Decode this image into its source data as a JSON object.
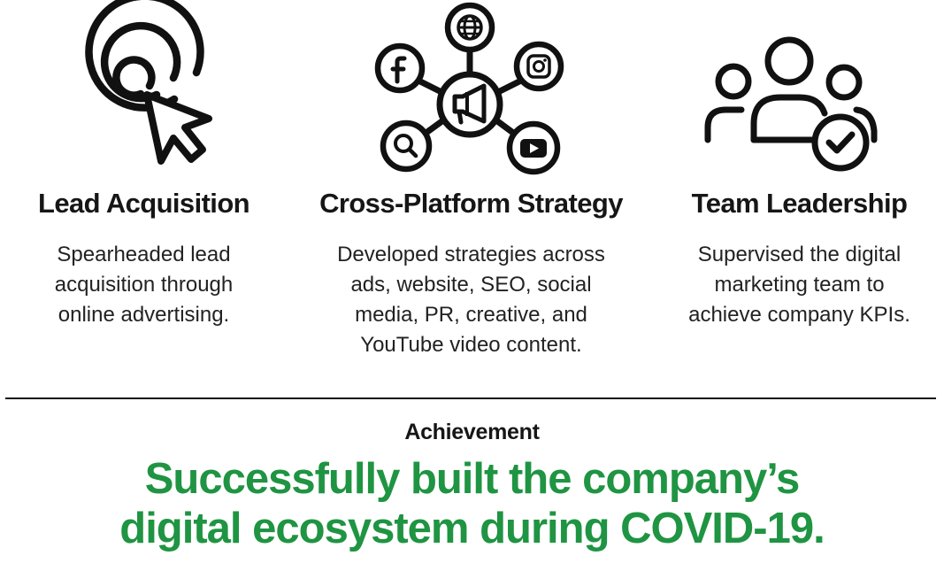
{
  "features": [
    {
      "icon": "target-cursor-icon",
      "title": "Lead Acquisition",
      "description": [
        "Spearheaded lead",
        "acquisition through",
        "online advertising."
      ]
    },
    {
      "icon": "megaphone-network-icon",
      "network_icons": [
        "globe-icon",
        "facebook-icon",
        "instagram-icon",
        "search-icon",
        "youtube-icon"
      ],
      "title": "Cross-Platform Strategy",
      "description": [
        "Developed strategies across",
        "ads, website, SEO, social",
        "media, PR, creative, and",
        "YouTube video content."
      ]
    },
    {
      "icon": "team-check-icon",
      "title": "Team Leadership",
      "description": [
        "Supervised the digital",
        "marketing team to",
        "achieve company KPIs."
      ]
    }
  ],
  "achievement": {
    "label": "Achievement",
    "lines": [
      "Successfully built the company’s",
      "digital ecosystem during COVID-19."
    ]
  },
  "colors": {
    "accent_green": "#1f9442",
    "text_dark": "#161616",
    "line": "#111111"
  }
}
